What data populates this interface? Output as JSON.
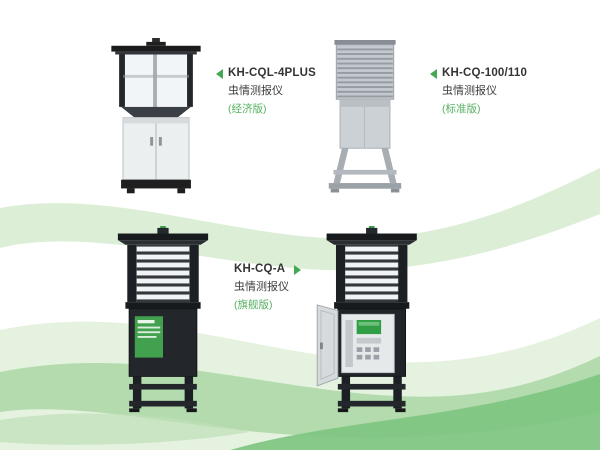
{
  "showcase": {
    "products": [
      {
        "model": "KH-CQL-4PLUS",
        "name": "虫情测报仪",
        "edition": "(经济版)"
      },
      {
        "model": "KH-CQ-100/110",
        "name": "虫情测报仪",
        "edition": "(标准版)"
      },
      {
        "model": "KH-CQ-A",
        "name": "虫情测报仪",
        "edition": "(旗舰版)"
      }
    ],
    "colors": {
      "accent_green": "#43a854",
      "edition_green": "#56b160",
      "text_dark": "#343434",
      "wave_light": "#d6ebcf",
      "wave_mid": "#acd7a6",
      "wave_dark": "#7cc47f"
    }
  }
}
